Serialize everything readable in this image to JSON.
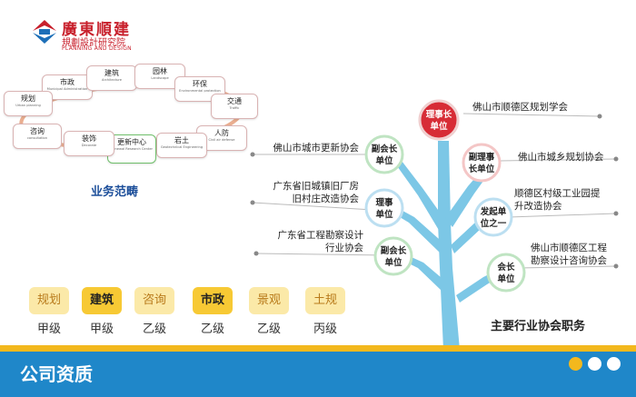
{
  "logo": {
    "name": "廣東順建",
    "subtitle": "規劃設計研究院",
    "english": "PLANNING AND DESIGN"
  },
  "business": {
    "title": "业务范畴",
    "items": [
      {
        "cn": "市政",
        "en": "Municipal Administration"
      },
      {
        "cn": "建筑",
        "en": "Architecture"
      },
      {
        "cn": "园林",
        "en": "Landscape"
      },
      {
        "cn": "环保",
        "en": "Environmental protection"
      },
      {
        "cn": "交通",
        "en": "Traffic"
      },
      {
        "cn": "人防",
        "en": "Civil air defense"
      },
      {
        "cn": "岩土",
        "en": "Geotechnical Engineering"
      },
      {
        "cn": "更新中心",
        "en": "Renewal Research Center"
      },
      {
        "cn": "装饰",
        "en": "Decorate"
      },
      {
        "cn": "咨询",
        "en": "consultation"
      },
      {
        "cn": "规划",
        "en": "Urban planning"
      }
    ]
  },
  "associations": {
    "title": "主要行业协会职务",
    "nodes": [
      {
        "line1": "理事长",
        "line2": "单位"
      },
      {
        "line1": "副会长",
        "line2": "单位"
      },
      {
        "line1": "副理事",
        "line2": "长单位"
      },
      {
        "line1": "理事",
        "line2": "单位"
      },
      {
        "line1": "发起单",
        "line2": "位之一"
      },
      {
        "line1": "副会长",
        "line2": "单位"
      },
      {
        "line1": "会长",
        "line2": "单位"
      }
    ],
    "labels": [
      {
        "line1": "佛山市顺德区规划学会",
        "line2": ""
      },
      {
        "line1": "佛山市城市更新协会",
        "line2": ""
      },
      {
        "line1": "佛山市城乡规划协会",
        "line2": ""
      },
      {
        "line1": "广东省旧城镇旧厂房",
        "line2": "旧村庄改造协会"
      },
      {
        "line1": "顺德区村级工业园提",
        "line2": "升改造协会"
      },
      {
        "line1": "广东省工程勘察设计",
        "line2": "行业协会"
      },
      {
        "line1": "佛山市顺德区工程",
        "line2": "勘察设计咨询协会"
      }
    ]
  },
  "qualifications": [
    {
      "field": "规划",
      "level": "甲级"
    },
    {
      "field": "建筑",
      "level": "甲级"
    },
    {
      "field": "咨询",
      "level": "乙级"
    },
    {
      "field": "市政",
      "level": "乙级"
    },
    {
      "field": "景观",
      "level": "乙级"
    },
    {
      "field": "土规",
      "level": "丙级"
    }
  ],
  "banner": {
    "title": "公司资质"
  },
  "colors": {
    "brand_red": "#c8202c",
    "banner_blue": "#1f87c9",
    "gold": "#f3b81d",
    "tree_blue": "#7cc7e6"
  }
}
